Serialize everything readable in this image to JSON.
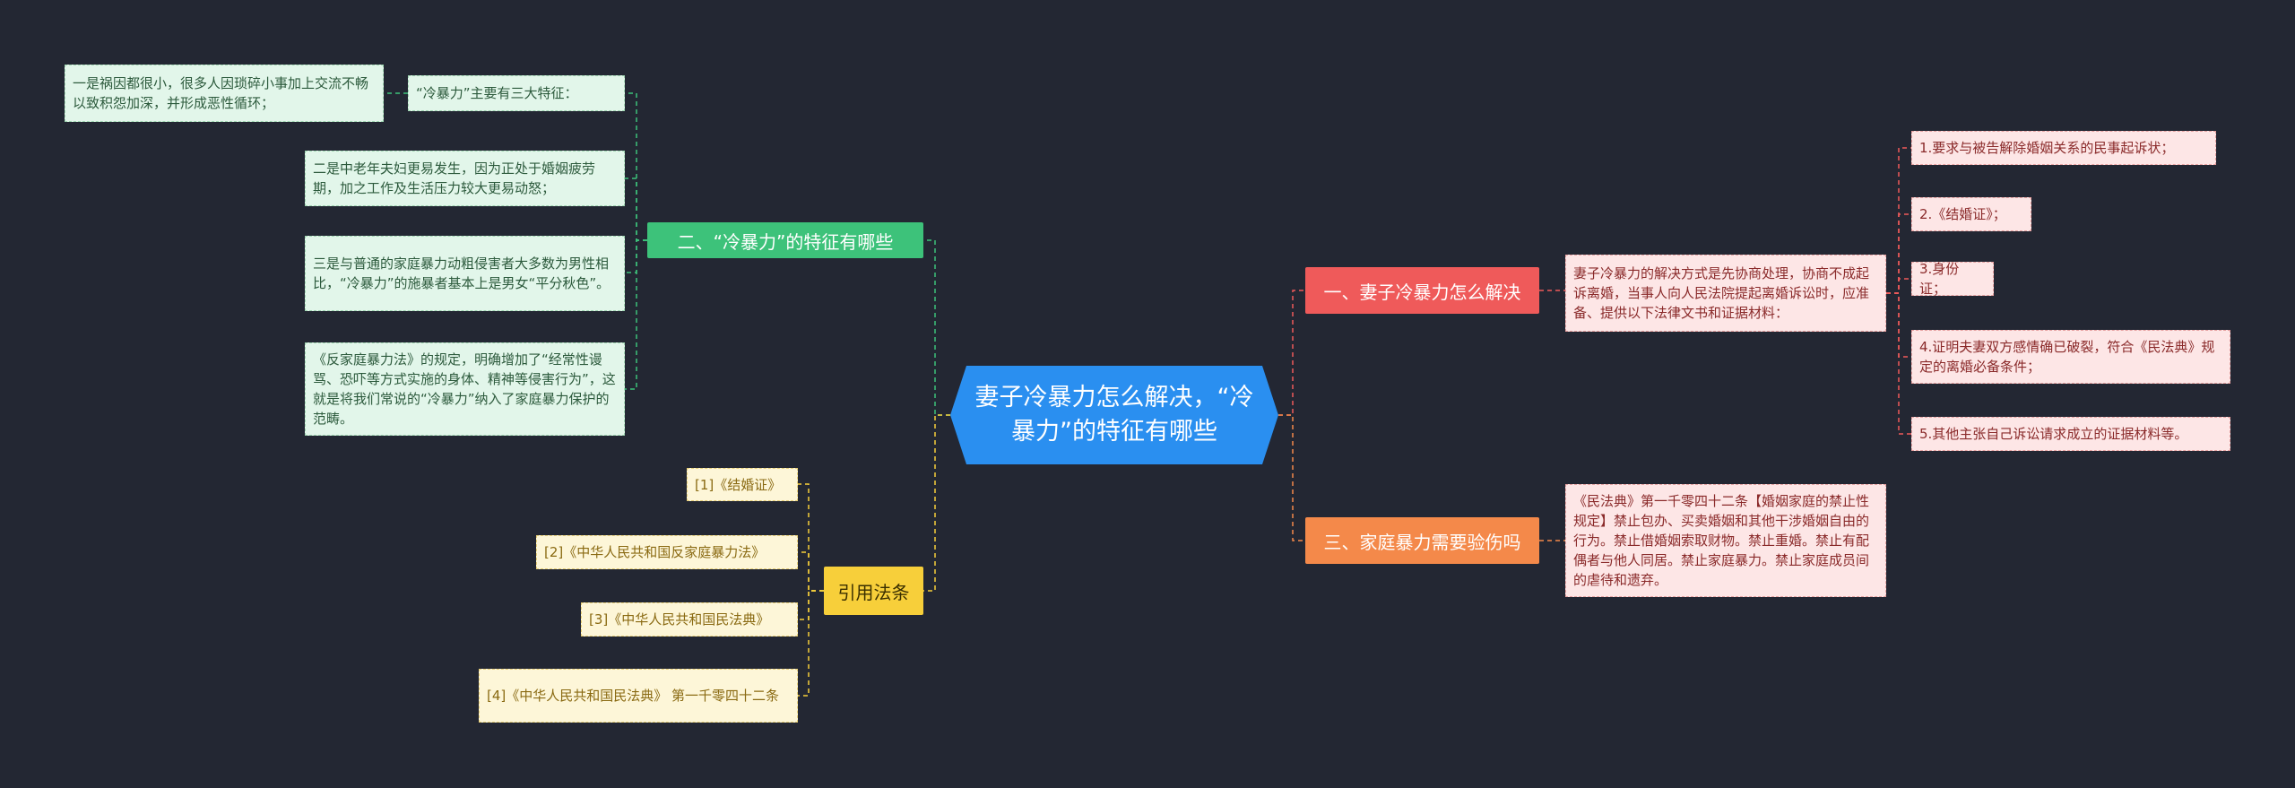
{
  "root": {
    "title": "妻子冷暴力怎么解决，“冷暴力”的特征有哪些"
  },
  "left": {
    "features": {
      "label": "二、“冷暴力”的特征有哪些",
      "sub_label": "“冷暴力”主要有三大特征：",
      "sub_detail": "一是祸因都很小，很多人因琐碎小事加上交流不畅以致积怨加深，并形成恶性循环；",
      "items": [
        "二是中老年夫妇更易发生，因为正处于婚姻疲劳期，加之工作及生活压力较大更易动怒；",
        "三是与普通的家庭暴力动粗侵害者大多数为男性相比，“冷暴力”的施暴者基本上是男女“平分秋色”。",
        "《反家庭暴力法》的规定，明确增加了“经常性谩骂、恐吓等方式实施的身体、精神等侵害行为”，这就是将我们常说的“冷暴力”纳入了家庭暴力保护的范畴。"
      ]
    },
    "citations": {
      "label": "引用法条",
      "items": [
        "[1]《结婚证》",
        "[2]《中华人民共和国反家庭暴力法》",
        "[3]《中华人民共和国民法典》",
        "[4]《中华人民共和国民法典》 第一千零四十二条"
      ]
    }
  },
  "right": {
    "solve": {
      "label": "一、妻子冷暴力怎么解决",
      "detail": "妻子冷暴力的解决方式是先协商处理，协商不成起诉离婚，当事人向人民法院提起离婚诉讼时，应准备、提供以下法律文书和证据材料：",
      "items": [
        "1.要求与被告解除婚姻关系的民事起诉状；",
        "2.《结婚证》；",
        "3.身份证；",
        "4.证明夫妻双方感情确已破裂，符合《民法典》规定的离婚必备条件；",
        "5.其他主张自己诉讼请求成立的证据材料等。"
      ]
    },
    "injury": {
      "label": "三、家庭暴力需要验伤吗",
      "detail": "《民法典》第一千零四十二条【婚姻家庭的禁止性规定】禁止包办、买卖婚姻和其他干涉婚姻自由的行为。禁止借婚姻索取财物。禁止重婚。禁止有配偶者与他人同居。禁止家庭暴力。禁止家庭成员间的虐待和遗弃。"
    }
  },
  "colors": {
    "background": "#232733",
    "root": "#2a8ff0",
    "green": "#3dc27a",
    "yellow": "#f7cf3a",
    "red": "#ef5a5a",
    "orange": "#f4894a"
  }
}
